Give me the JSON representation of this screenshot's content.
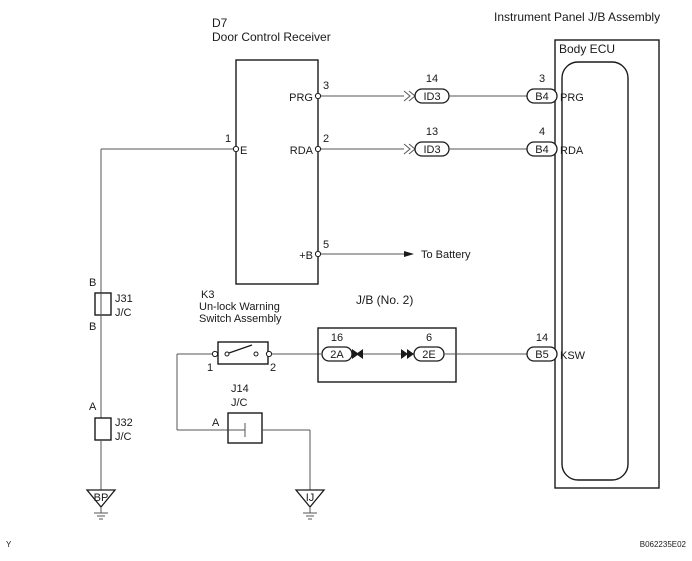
{
  "doc_code": "B062235E02",
  "corner_mark": "Y",
  "ip_jb": {
    "title": "Instrument Panel J/B Assembly",
    "ecu_name": "Body ECU"
  },
  "d7": {
    "code": "D7",
    "name": "Door Control Receiver"
  },
  "pins": {
    "prg": {
      "num": "3",
      "name": "PRG"
    },
    "rda": {
      "num": "2",
      "name": "RDA"
    },
    "e": {
      "num": "1",
      "name": "E"
    },
    "b": {
      "num": "5",
      "name": "+B"
    }
  },
  "to_battery": "To Battery",
  "id3_prg": {
    "num": "14",
    "name": "ID3"
  },
  "id3_rda": {
    "num": "13",
    "name": "ID3"
  },
  "ecu_prg": {
    "num": "3",
    "conn": "B4",
    "name": "PRG"
  },
  "ecu_rda": {
    "num": "4",
    "conn": "B4",
    "name": "RDA"
  },
  "ecu_ksw": {
    "num": "14",
    "conn": "B5",
    "name": "KSW"
  },
  "k3": {
    "code": "K3",
    "line1": "Un-lock Warning",
    "line2": "Switch Assembly",
    "pin1": "1",
    "pin2": "2"
  },
  "jb2": {
    "title": "J/B (No. 2)",
    "left_num": "16",
    "left_conn": "2A",
    "right_num": "6",
    "right_conn": "2E"
  },
  "j31": {
    "code": "J31",
    "type": "J/C",
    "top": "B",
    "bottom": "B"
  },
  "j32": {
    "code": "J32",
    "type": "J/C",
    "pin": "A"
  },
  "j14": {
    "code": "J14",
    "type": "J/C",
    "pin": "A"
  },
  "ground_bp": "BP",
  "ground_ij": "IJ"
}
